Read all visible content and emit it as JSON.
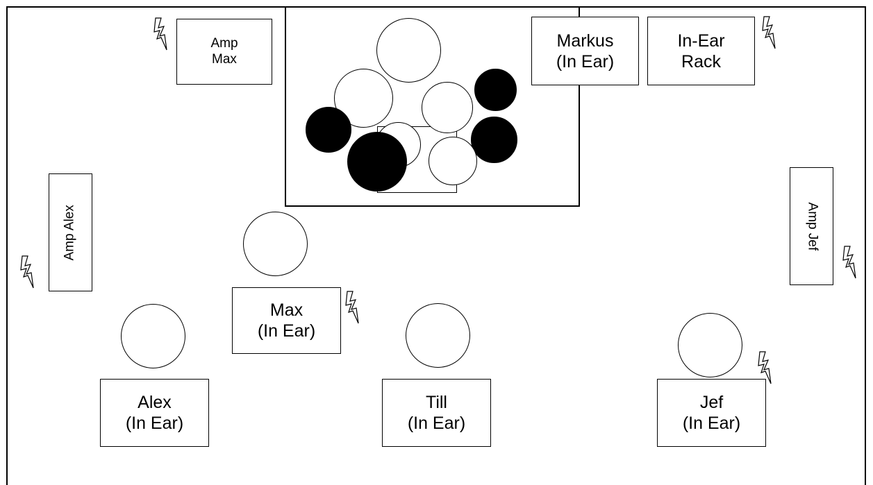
{
  "stage": {
    "people": {
      "max": {
        "name": "Max",
        "monitor": "(In Ear)",
        "label": "Max\n(In Ear)"
      },
      "markus": {
        "name": "Markus",
        "monitor": "(In Ear)",
        "label": "Markus\n(In Ear)"
      },
      "alex": {
        "name": "Alex",
        "monitor": "(In Ear)",
        "label": "Alex\n(In Ear)"
      },
      "till": {
        "name": "Till",
        "monitor": "(In Ear)",
        "label": "Till\n(In Ear)"
      },
      "jef": {
        "name": "Jef",
        "monitor": "(In Ear)",
        "label": "Jef\n(In Ear)"
      }
    },
    "equipment": {
      "amp_max": "Amp\nMax",
      "in_ear_rack": "In-Ear\nRack",
      "amp_alex": "Amp Alex",
      "amp_jef": "Amp Jef"
    },
    "icons": {
      "power": "power-outlet-icon"
    },
    "drum_kit": {
      "pieces": [
        "white",
        "white",
        "white",
        "black",
        "black",
        "white",
        "black",
        "white",
        "black"
      ]
    }
  }
}
